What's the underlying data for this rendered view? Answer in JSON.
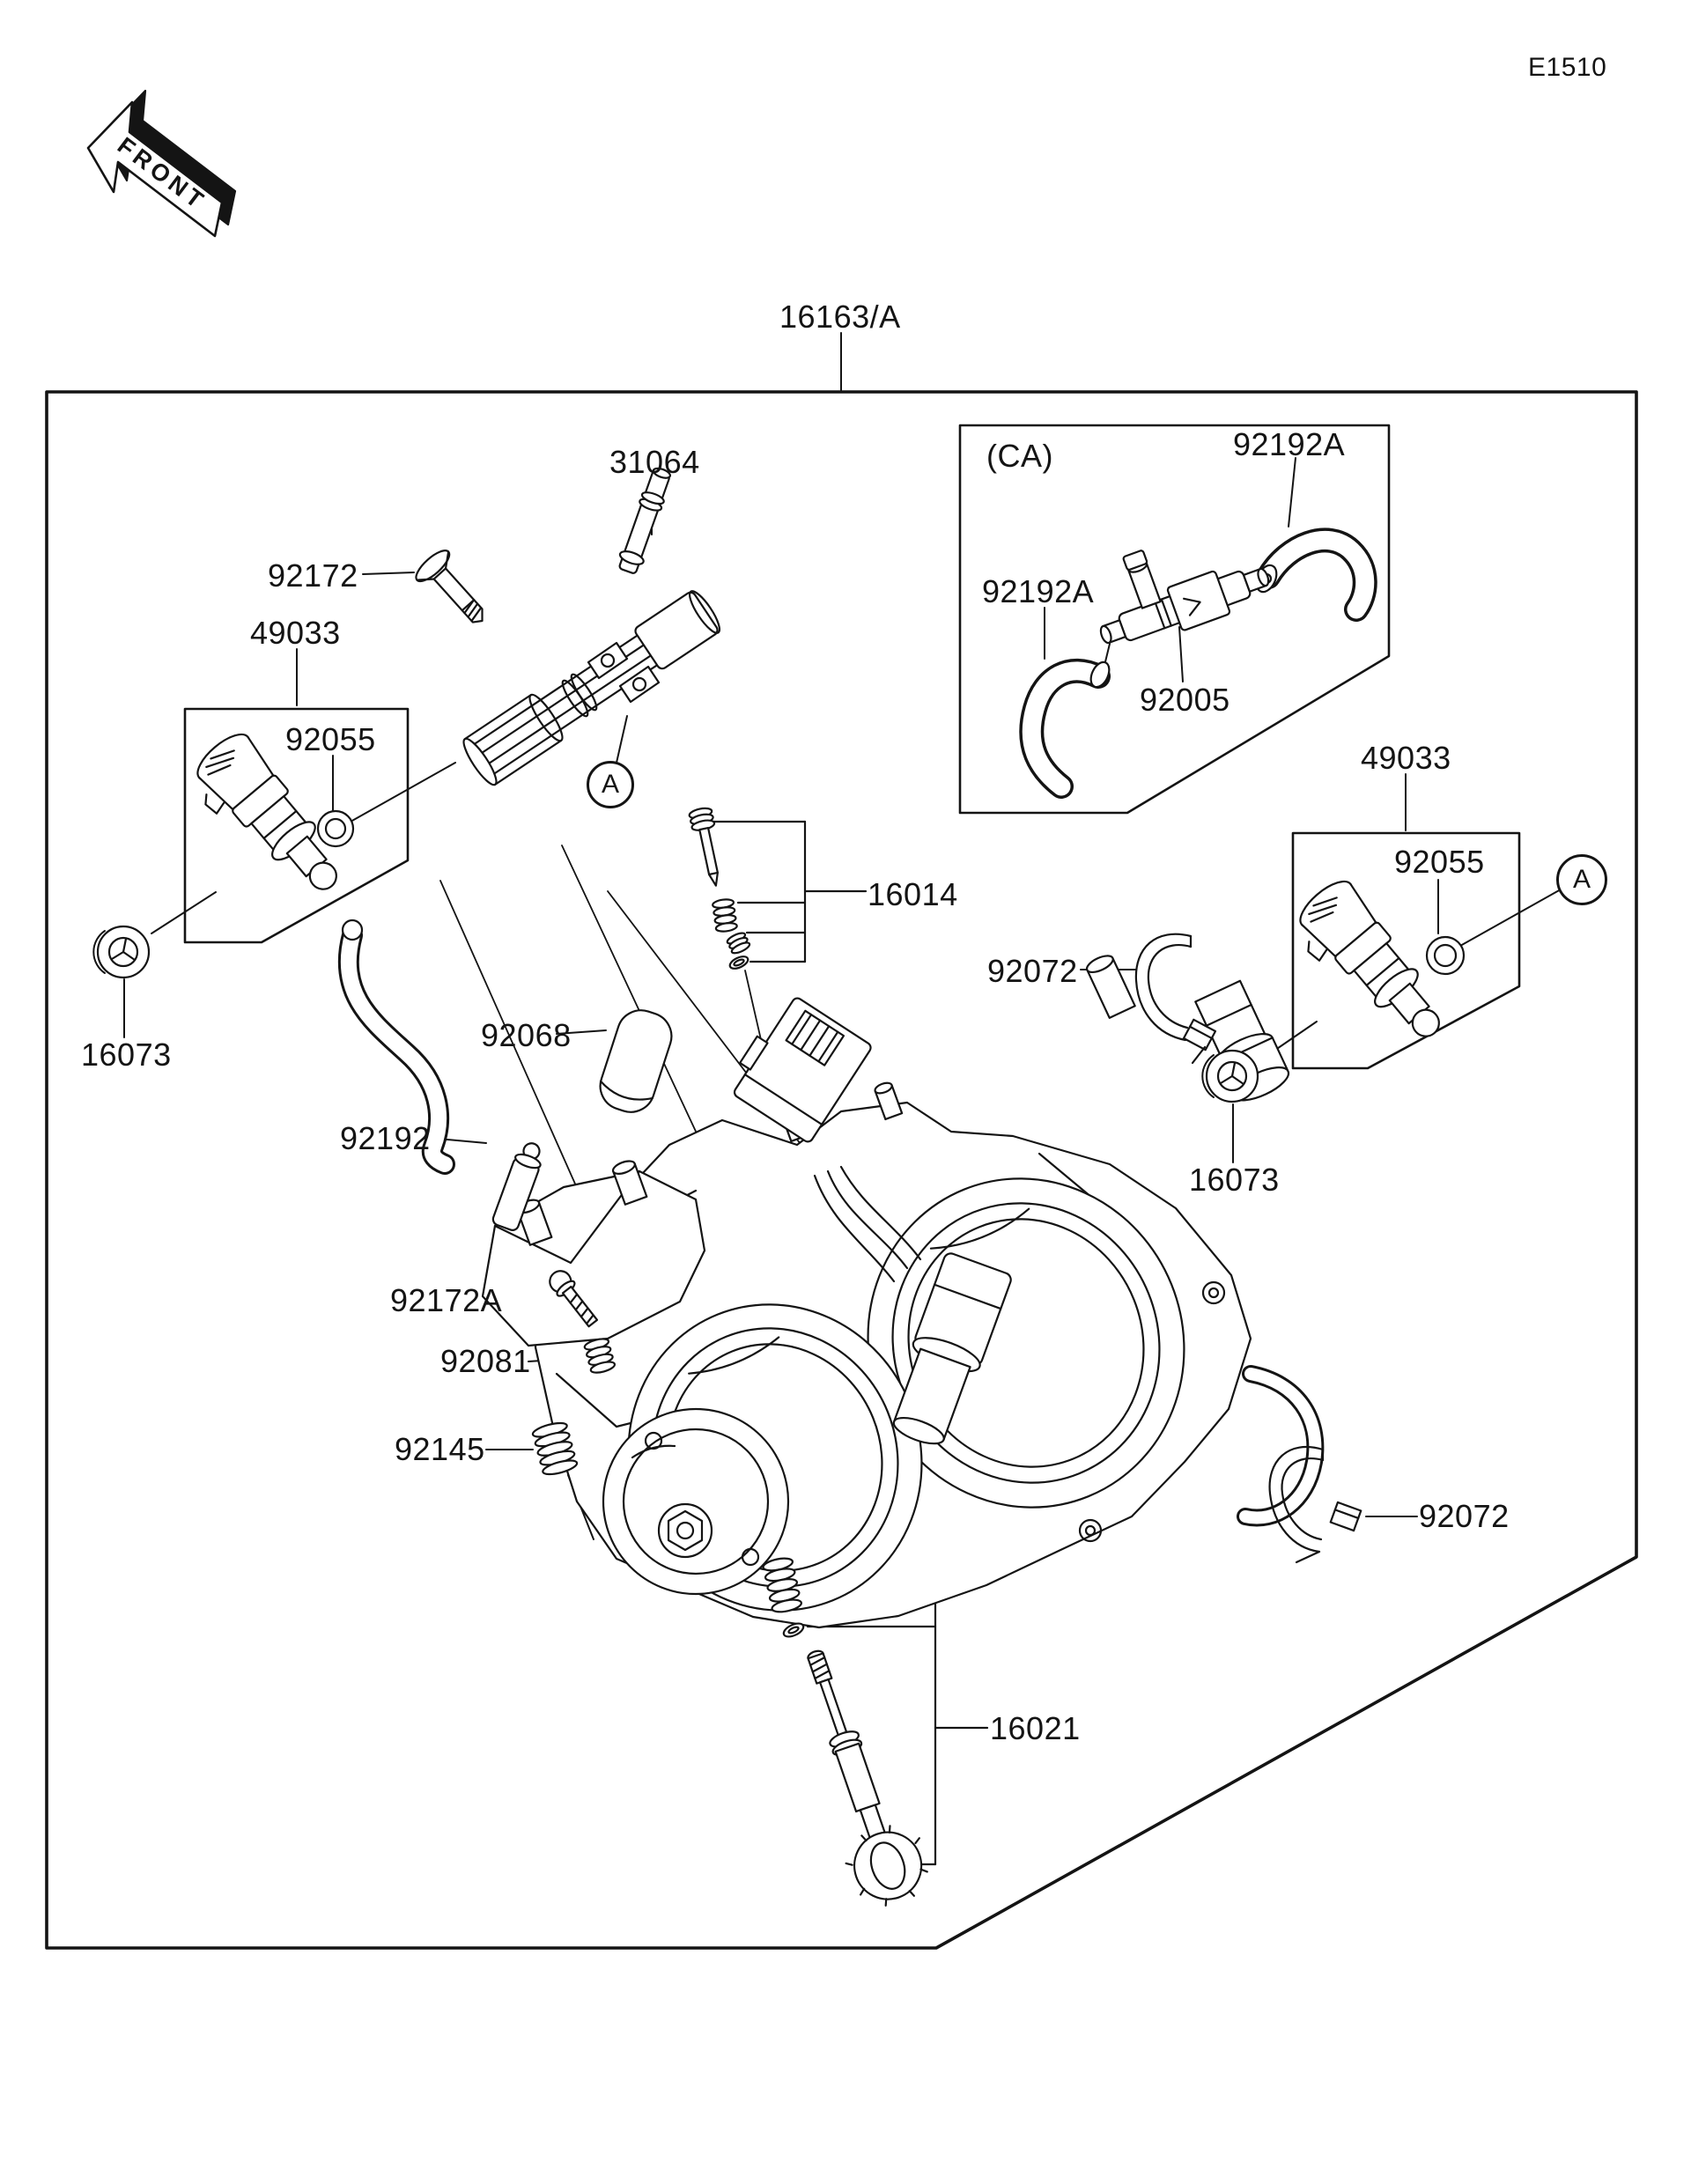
{
  "page_code": "E1510",
  "front_label": "FRONT",
  "diagram_title": "16163/A",
  "view_markers": {
    "left": "A",
    "right": "A"
  },
  "colors": {
    "ink": "#141414",
    "paper": "#ffffff"
  },
  "labels": {
    "ca_region": "(CA)",
    "ca_hose_top": "92192A",
    "ca_hose_left": "92192A",
    "ca_valve": "92005",
    "fuel_pipe": "31064",
    "rail_screw": "92172",
    "injector_left": "49033",
    "oring_left": "92055",
    "grommet_left": "16073",
    "rubber_cap": "92068",
    "main_hose": "92192",
    "air_screw_set": "16014",
    "clamp_upper": "92072",
    "injector_right": "49033",
    "oring_right": "92055",
    "grommet_right": "16073",
    "body_screw": "92172A",
    "spring_81": "92081",
    "spring_145": "92145",
    "idle_screw_set": "16021",
    "clamp_lower": "92072"
  }
}
